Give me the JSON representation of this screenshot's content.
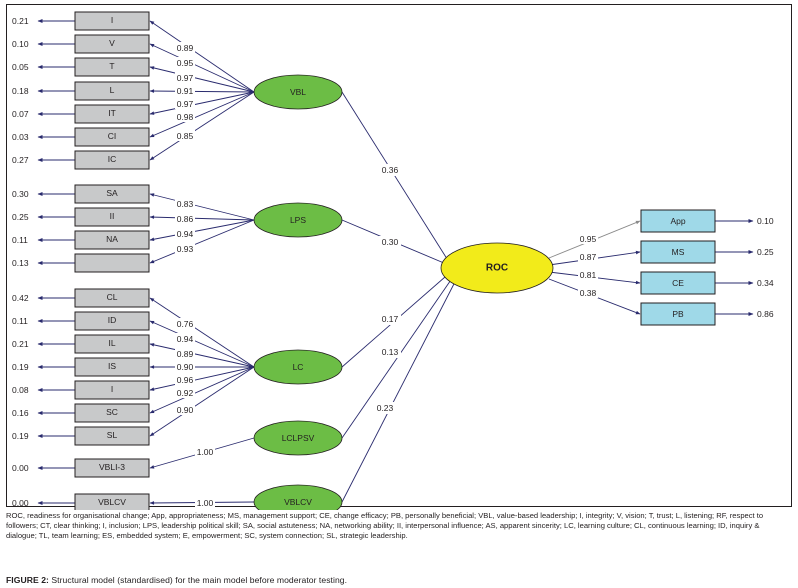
{
  "colors": {
    "indicator_fill": "#c8c9ca",
    "latent_fill": "#6cbd45",
    "roc_fill": "#f2eb1a",
    "outcome_fill": "#9fd9e8",
    "arrow": "#2a2b6e",
    "app_arrow": "#8a8a8a",
    "stroke": "#231f20"
  },
  "latent_factors": [
    {
      "id": "VBL",
      "label": "VBL",
      "path_to_roc": "0.36",
      "indicators": [
        {
          "label": "I",
          "loading": "0.89",
          "error": "0.21"
        },
        {
          "label": "V",
          "loading": "0.95",
          "error": "0.10"
        },
        {
          "label": "T",
          "loading": "0.97",
          "error": "0.05"
        },
        {
          "label": "L",
          "loading": "0.91",
          "error": "0.18"
        },
        {
          "label": "IT",
          "loading": "0.97",
          "error": "0.07"
        },
        {
          "label": "CI",
          "loading": "0.98",
          "error": "0.03"
        },
        {
          "label": "IC",
          "loading": "0.85",
          "error": "0.27"
        }
      ]
    },
    {
      "id": "LPS",
      "label": "LPS",
      "path_to_roc": "0.30",
      "indicators": [
        {
          "label": "SA",
          "loading": "0.83",
          "error": "0.30"
        },
        {
          "label": "II",
          "loading": "0.86",
          "error": "0.25"
        },
        {
          "label": "NA",
          "loading": "0.94",
          "error": "0.11"
        },
        {
          "label": "",
          "loading": "0.93",
          "error": "0.13"
        }
      ]
    },
    {
      "id": "LC",
      "label": "LC",
      "path_to_roc": "0.17",
      "indicators": [
        {
          "label": "CL",
          "loading": "0.76",
          "error": "0.42"
        },
        {
          "label": "ID",
          "loading": "0.94",
          "error": "0.11"
        },
        {
          "label": "IL",
          "loading": "0.89",
          "error": "0.21"
        },
        {
          "label": "IS",
          "loading": "0.90",
          "error": "0.19"
        },
        {
          "label": "I",
          "loading": "0.96",
          "error": "0.08"
        },
        {
          "label": "SC",
          "loading": "0.92",
          "error": "0.16"
        },
        {
          "label": "SL",
          "loading": "0.90",
          "error": "0.19"
        }
      ]
    },
    {
      "id": "LCLPSV",
      "label": "LCLPSV",
      "path_to_roc": "0.13",
      "indicators": [
        {
          "label": "VBLI-3",
          "loading": "1.00",
          "error": "0.00"
        }
      ]
    },
    {
      "id": "VBLCV",
      "label": "VBLCV",
      "path_to_roc": "0.23",
      "indicators": [
        {
          "label": "VBLCV",
          "loading": "1.00",
          "error": "0.00"
        }
      ]
    }
  ],
  "outcome": {
    "label": "ROC",
    "indicators": [
      {
        "label": "App",
        "loading": "0.95",
        "error": "0.10"
      },
      {
        "label": "MS",
        "loading": "0.87",
        "error": "0.25"
      },
      {
        "label": "CE",
        "loading": "0.81",
        "error": "0.34"
      },
      {
        "label": "PB",
        "loading": "0.38",
        "error": "0.86"
      }
    ]
  },
  "caption": {
    "note": "ROC, readiness for organisational change; App, appropriateness; MS, management support; CE, change efficacy; PB, personally beneficial; VBL, value-based leadership; I, integrity; V, vision; T, trust; L, listening; RF, respect to followers; CT, clear thinking; I, inclusion; LPS, leadership political skill; SA, social astuteness; NA, networking ability; II, interpersonal influence; AS, apparent sincerity; LC, learning culture; CL, continuous learning; ID, inquiry & dialogue; TL, team learning; ES, embedded system; E, empowerment; SC, system connection; SL, strategic leadership.",
    "figure_number": "FIGURE 2:",
    "figure_title": " Structural model (standardised) for the main model before moderator testing."
  }
}
